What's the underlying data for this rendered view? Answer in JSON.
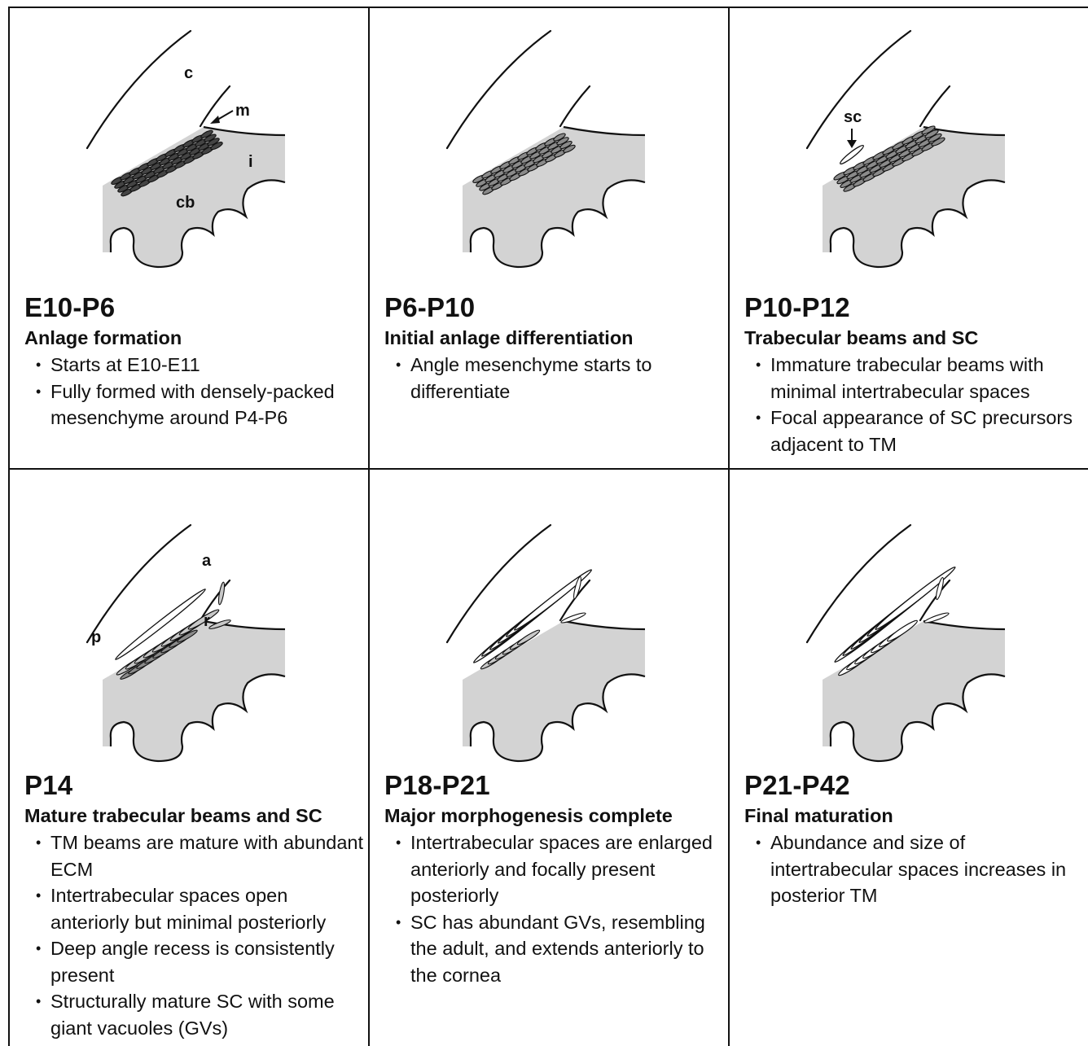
{
  "panels": [
    {
      "stage": "E10-P6",
      "heading": "Anlage formation",
      "bullets": [
        "Starts at E10-E11",
        "Fully formed with densely-packed mesenchyme around P4-P6"
      ],
      "labels": {
        "c": "c",
        "m": "m",
        "i": "i",
        "cb": "cb"
      }
    },
    {
      "stage": "P6-P10",
      "heading": "Initial anlage differentiation",
      "bullets": [
        "Angle mesenchyme starts to differentiate"
      ]
    },
    {
      "stage": "P10-P12",
      "heading": "Trabecular beams and SC",
      "bullets": [
        "Immature trabecular beams with minimal intertrabecular spaces",
        "Focal appearance of SC precursors adjacent to TM"
      ],
      "labels": {
        "sc": "sc"
      }
    },
    {
      "stage": "P14",
      "heading": "Mature trabecular beams and SC",
      "bullets": [
        "TM beams are mature with abundant ECM",
        "Intertrabecular spaces open anteriorly but minimal posteriorly",
        "Deep angle recess is consistently present",
        "Structurally mature SC with some giant vacuoles (GVs)"
      ],
      "labels": {
        "a": "a",
        "p": "p",
        "r": "r"
      }
    },
    {
      "stage": "P18-P21",
      "heading": "Major morphogenesis complete",
      "bullets": [
        "Intertrabecular spaces are enlarged anteriorly and focally present posteriorly",
        "SC has abundant GVs, resembling the adult, and extends anteriorly to the cornea"
      ]
    },
    {
      "stage": "P21-P42",
      "heading": "Final maturation",
      "bullets": [
        "Abundance and size of intertrabecular spaces increases in posterior TM"
      ]
    }
  ],
  "colors": {
    "tissue": "#d3d3d3",
    "outline": "#111111",
    "cell_dense": "#444444",
    "cell_mid": "#8a8a8a",
    "cell_light": "#c8c8c8",
    "cell_open": "#ffffff"
  }
}
